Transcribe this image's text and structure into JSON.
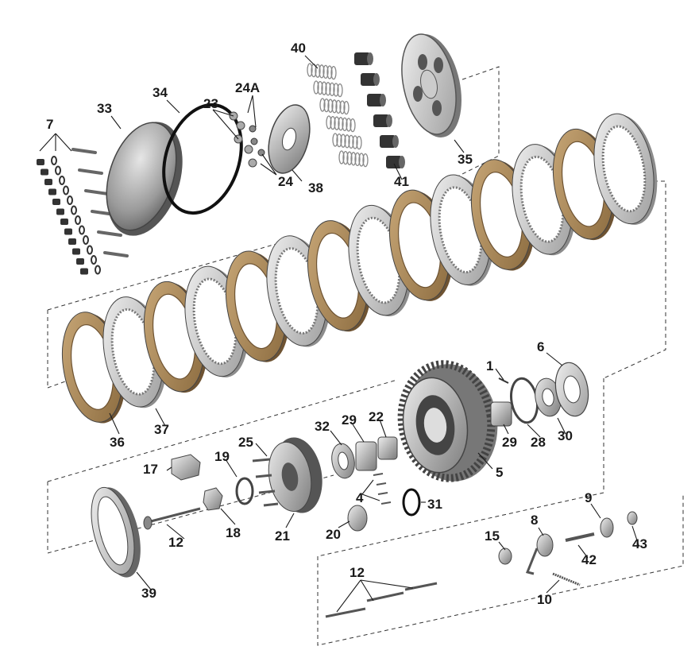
{
  "callouts": {
    "c1": "1",
    "c4": "4",
    "c5": "5",
    "c6": "6",
    "c7": "7",
    "c8": "8",
    "c9": "9",
    "c10": "10",
    "c12a": "12",
    "c12b": "12",
    "c15": "15",
    "c17": "17",
    "c18": "18",
    "c19": "19",
    "c20": "20",
    "c21": "21",
    "c22": "22",
    "c23": "23",
    "c24": "24",
    "c24a": "24A",
    "c25": "25",
    "c28": "28",
    "c29a": "29",
    "c29b": "29",
    "c30": "30",
    "c31": "31",
    "c32": "32",
    "c33": "33",
    "c34": "34",
    "c35": "35",
    "c36": "36",
    "c37": "37",
    "c38": "38",
    "c39": "39",
    "c40": "40",
    "c41": "41",
    "c42": "42",
    "c43": "43"
  },
  "colors": {
    "friction_plate": "#a07c4e",
    "friction_plate_light": "#c9a878",
    "steel_plate": "#d9d9d9",
    "steel_plate_dark": "#8c8c8c",
    "metal": "#b8b8b8",
    "metal_dark": "#555555",
    "ink": "#1a1a1a"
  }
}
